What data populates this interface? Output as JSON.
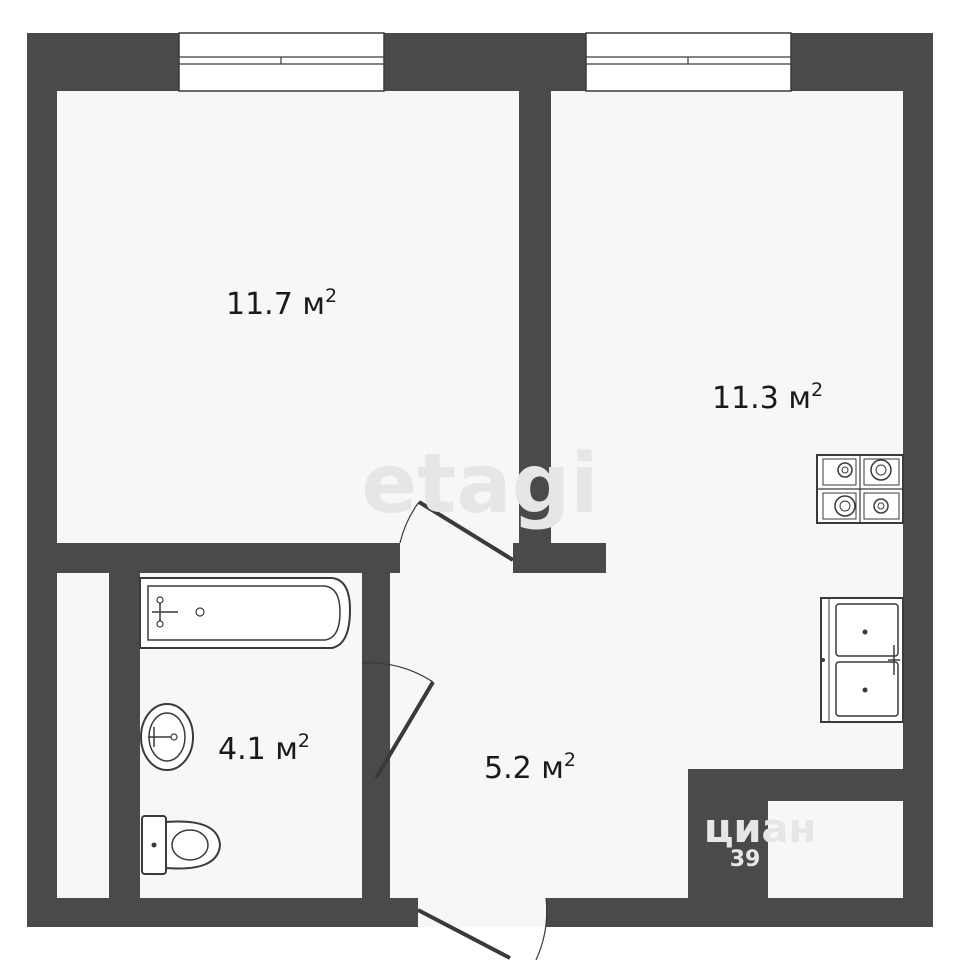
{
  "rooms": {
    "room_left": {
      "area": "11.7 м",
      "sup": "2"
    },
    "room_right": {
      "area": "11.3 м",
      "sup": "2"
    },
    "bathroom": {
      "area": "4.1 м",
      "sup": "2"
    },
    "hallway": {
      "area": "5.2 м",
      "sup": "2"
    }
  },
  "watermarks": {
    "brand_main": "etagi",
    "brand_corner": "циан",
    "corner_digits": "39"
  },
  "colors": {
    "wall": "#4a4a4a",
    "floor": "#f7f7f7",
    "line": "#3a3a3a"
  },
  "icons": [
    "window-icon",
    "door-icon",
    "bathtub-icon",
    "sink-icon",
    "toilet-icon",
    "stove-icon",
    "kitchen-sink-icon"
  ]
}
